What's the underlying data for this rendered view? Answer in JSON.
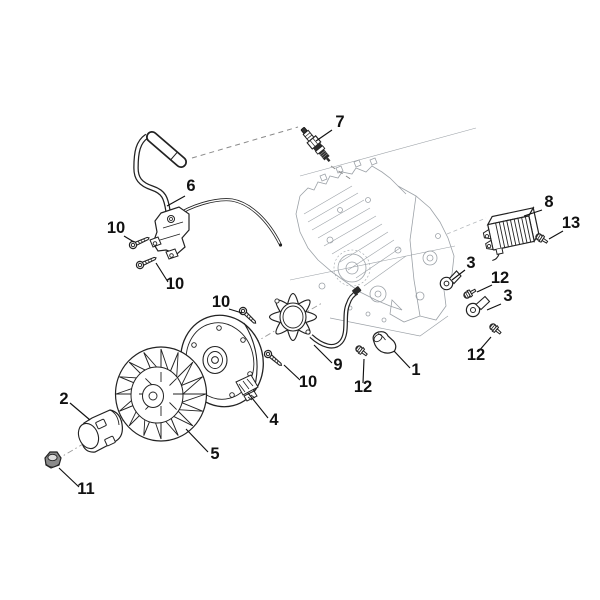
{
  "diagram": {
    "type": "exploded-parts-diagram",
    "colors": {
      "background": "#ffffff",
      "part_line": "#222222",
      "engine_faint": "#979da3",
      "label": "#111111"
    },
    "callouts": [
      {
        "label": "1"
      },
      {
        "label": "2"
      },
      {
        "label": "3"
      },
      {
        "label": "3"
      },
      {
        "label": "4"
      },
      {
        "label": "5"
      },
      {
        "label": "6"
      },
      {
        "label": "7"
      },
      {
        "label": "8"
      },
      {
        "label": "9"
      },
      {
        "label": "10"
      },
      {
        "label": "10"
      },
      {
        "label": "10"
      },
      {
        "label": "10"
      },
      {
        "label": "11"
      },
      {
        "label": "12"
      },
      {
        "label": "12"
      },
      {
        "label": "12"
      },
      {
        "label": "13"
      }
    ]
  }
}
